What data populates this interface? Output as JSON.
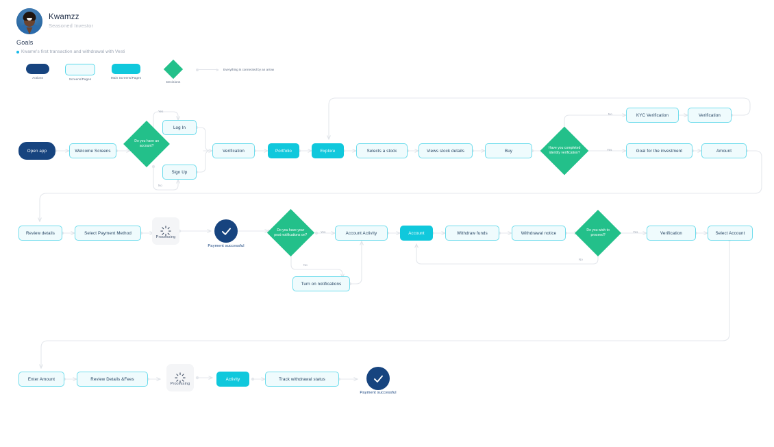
{
  "header": {
    "name": "Kwamzz",
    "role": "Seasoned Investor",
    "avatar_icon": "user-avatar-photo",
    "goals_title": "Goals",
    "goal_item": "Kwame's first transaction and withdrawal with Vesti"
  },
  "legend": {
    "items": [
      {
        "label": "Actions",
        "shape": "rounded-pill",
        "color": "#17447f"
      },
      {
        "label": "Screens/Pages",
        "shape": "outlined-rect",
        "color": "#effbfd"
      },
      {
        "label": "Main Screens/Pages",
        "shape": "filled-rect",
        "color": "#10c8dc"
      },
      {
        "label": "Decisions",
        "shape": "diamond",
        "color": "#23c08a"
      }
    ],
    "arrow_note": "Everything is connected by an arrow"
  },
  "flow": {
    "row1": [
      {
        "id": "open-app",
        "label": "Open app",
        "type": "action"
      },
      {
        "id": "welcome-screens",
        "label": "Welcome Screens",
        "type": "screen"
      },
      {
        "id": "have-account",
        "label": "Do you have an account?",
        "type": "decision"
      },
      {
        "id": "log-in",
        "label": "Log In",
        "type": "screen"
      },
      {
        "id": "sign-up",
        "label": "Sign Up",
        "type": "screen"
      },
      {
        "id": "verification-1",
        "label": "Verification",
        "type": "screen"
      },
      {
        "id": "portfolio",
        "label": "Portfolio",
        "type": "main"
      },
      {
        "id": "explore",
        "label": "Explore",
        "type": "main"
      },
      {
        "id": "selects-a-stock",
        "label": "Selects a stock",
        "type": "screen"
      },
      {
        "id": "views-stock-details",
        "label": "Views stock details",
        "type": "screen"
      },
      {
        "id": "buy",
        "label": "Buy",
        "type": "screen"
      },
      {
        "id": "identity-check",
        "label": "Have you completed identity verification?",
        "type": "decision"
      },
      {
        "id": "kyc-verification",
        "label": "KYC Verification",
        "type": "screen"
      },
      {
        "id": "verification-2",
        "label": "Verification",
        "type": "screen"
      },
      {
        "id": "goal-investment",
        "label": "Goal for the investment",
        "type": "screen"
      },
      {
        "id": "amount",
        "label": "Amount",
        "type": "screen"
      }
    ],
    "row2": [
      {
        "id": "review-details",
        "label": "Review details",
        "type": "screen"
      },
      {
        "id": "select-payment",
        "label": "Select Payment Method",
        "type": "screen"
      },
      {
        "id": "processing-1",
        "label": "Processing",
        "type": "processing"
      },
      {
        "id": "payment-successful-1",
        "label": "Payment successful",
        "type": "success"
      },
      {
        "id": "post-notifications",
        "label": "Do you have your post notifications on?",
        "type": "decision"
      },
      {
        "id": "account-activity",
        "label": "Account Activity",
        "type": "screen"
      },
      {
        "id": "account",
        "label": "Account",
        "type": "main"
      },
      {
        "id": "withdraw-funds",
        "label": "Withdraw funds",
        "type": "screen"
      },
      {
        "id": "withdrawal-notice",
        "label": "Withdrawal notice",
        "type": "screen"
      },
      {
        "id": "wish-to-proceed",
        "label": "Do you wish to proceed?",
        "type": "decision"
      },
      {
        "id": "verification-3",
        "label": "Verification",
        "type": "screen"
      },
      {
        "id": "select-account",
        "label": "Select Account",
        "type": "screen"
      },
      {
        "id": "turn-on-notifications",
        "label": "Turn on notifications",
        "type": "screen"
      }
    ],
    "row3": [
      {
        "id": "enter-amount",
        "label": "Enter Amount",
        "type": "screen"
      },
      {
        "id": "review-details-fees",
        "label": "Review Details &Fees",
        "type": "screen"
      },
      {
        "id": "processing-2",
        "label": "Processing",
        "type": "processing"
      },
      {
        "id": "activity",
        "label": "Activity",
        "type": "main"
      },
      {
        "id": "track-withdrawal",
        "label": "Track withdrawal status",
        "type": "screen"
      },
      {
        "id": "payment-successful-2",
        "label": "Payment successful",
        "type": "success"
      }
    ],
    "edge_labels": {
      "yes_account": "Yes",
      "no_account": "No",
      "no_identity": "No",
      "yes_identity": "Yes",
      "yes_notifications": "Yes",
      "no_notifications": "No",
      "yes_proceed": "Yes",
      "no_proceed": "No"
    }
  },
  "colors": {
    "action": "#17447f",
    "screen_fill": "#effbfd",
    "screen_border": "#6edcec",
    "main": "#10c8dc",
    "decision": "#23c08a",
    "wire": "#e2e5ea",
    "text_dark": "#22405f"
  }
}
